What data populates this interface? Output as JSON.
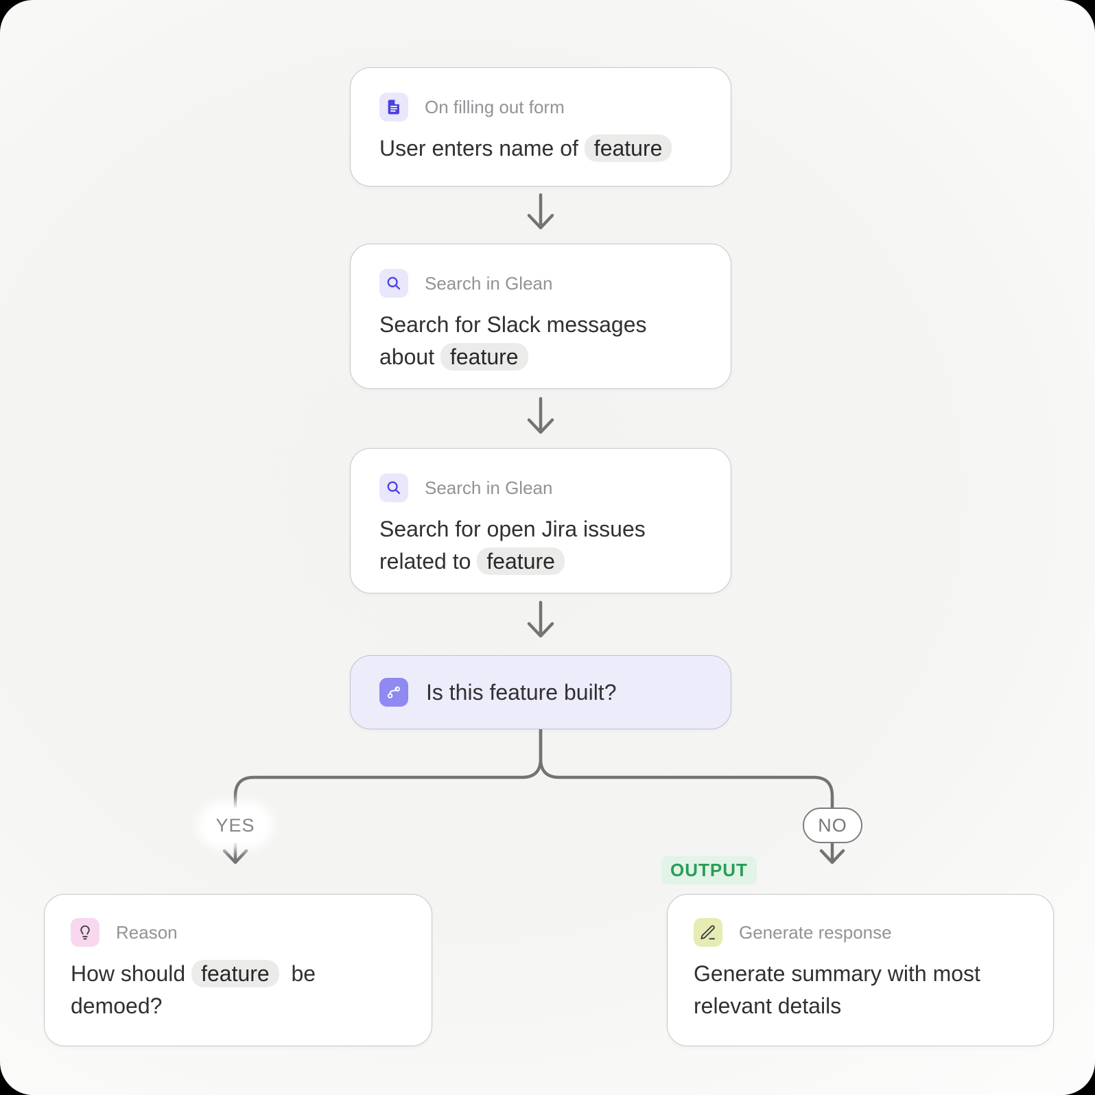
{
  "flow": {
    "trigger": {
      "icon": "document-icon",
      "header": "On filling out form",
      "body_before": "User enters name of ",
      "pill": "feature",
      "body_after": ""
    },
    "search_slack": {
      "icon": "search-icon",
      "header": "Search in Glean",
      "body_before": "Search for Slack messages\nabout ",
      "pill": "feature",
      "body_after": ""
    },
    "search_jira": {
      "icon": "search-icon",
      "header": "Search in Glean",
      "body_before": "Search for open Jira issues\nrelated to ",
      "pill": "feature",
      "body_after": ""
    },
    "decision": {
      "icon": "branch-icon",
      "label": "Is this feature built?"
    },
    "yes_branch": {
      "label": "YES"
    },
    "no_branch": {
      "label": "NO"
    },
    "output_badge": "OUTPUT",
    "reason": {
      "icon": "lightbulb-icon",
      "header": "Reason",
      "body_before": "How should ",
      "pill": "feature",
      "body_after": "  be\ndemoed?"
    },
    "generate": {
      "icon": "pen-icon",
      "header": "Generate response",
      "body": "Generate summary with most\nrelevant details"
    }
  },
  "colors": {
    "accent_indigo": "#4a41e0",
    "decision_tile": "#8f89f1",
    "decision_fill": "#edecfa",
    "pink_tile": "#f7d8ef",
    "lime_tile": "#e6ecb4",
    "output_green": "#2a9d56",
    "output_bg": "#e2f3e8",
    "connector_gray": "#737373",
    "pill_bg": "#ebebe9"
  }
}
